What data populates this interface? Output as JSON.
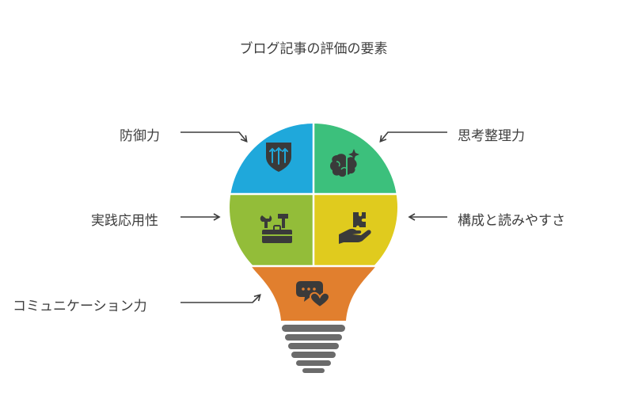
{
  "title": "ブログ記事の評価の要素",
  "elements": {
    "defense": {
      "label": "防御力",
      "color": "#1fa8db",
      "icon": "shield-arrows-icon"
    },
    "thinking": {
      "label": "思考整理力",
      "color": "#3cc07c",
      "icon": "brain-sparkle-icon"
    },
    "practical": {
      "label": "実践応用性",
      "color": "#93bd39",
      "icon": "toolbox-icon"
    },
    "readability": {
      "label": "構成と読みやすさ",
      "color": "#e0cb1e",
      "icon": "hand-puzzle-icon"
    },
    "communication": {
      "label": "コミュニケーション力",
      "color": "#e17f2e",
      "icon": "chat-heart-icon"
    }
  },
  "colors": {
    "text": "#3d3d3d",
    "arrow": "#3d3d3d",
    "base": "#6b6b6b",
    "divider": "#ffffff"
  }
}
